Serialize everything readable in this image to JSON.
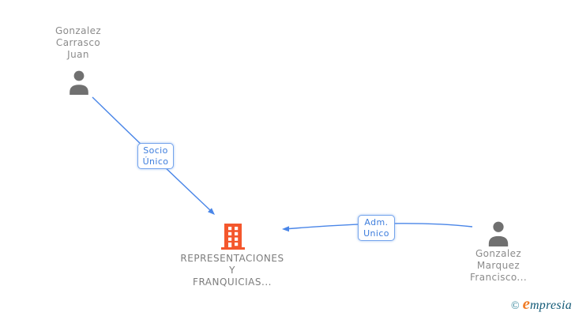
{
  "colors": {
    "edge_blue": "#4a86e8",
    "label_blue": "#3d7ddd",
    "label_border": "#74a3ec",
    "person_gray": "#707070",
    "name_gray": "#8b8b8b",
    "company_gray": "#7d7d7d",
    "building_orange": "#f4572c",
    "logo_teal": "#2a7f96",
    "logo_dark": "#135a77",
    "logo_orange": "#f07d28",
    "canvas_bg": "#ffffff"
  },
  "nodes": {
    "person_left": {
      "name_lines": [
        "Gonzalez",
        "Carrasco",
        "Juan"
      ]
    },
    "person_right": {
      "name_lines": [
        "Gonzalez",
        "Marquez",
        "Francisco..."
      ]
    },
    "company": {
      "name_lines": [
        "REPRESENTACIONES",
        "Y",
        "FRANQUICIAS..."
      ]
    }
  },
  "edges": {
    "socio_unico": {
      "label_lines": [
        "Socio",
        "Único"
      ]
    },
    "adm_unico": {
      "label_lines": [
        "Adm.",
        "Unico"
      ]
    }
  },
  "logo": {
    "copyright": "©",
    "initial": "e",
    "rest": "mpresia"
  }
}
